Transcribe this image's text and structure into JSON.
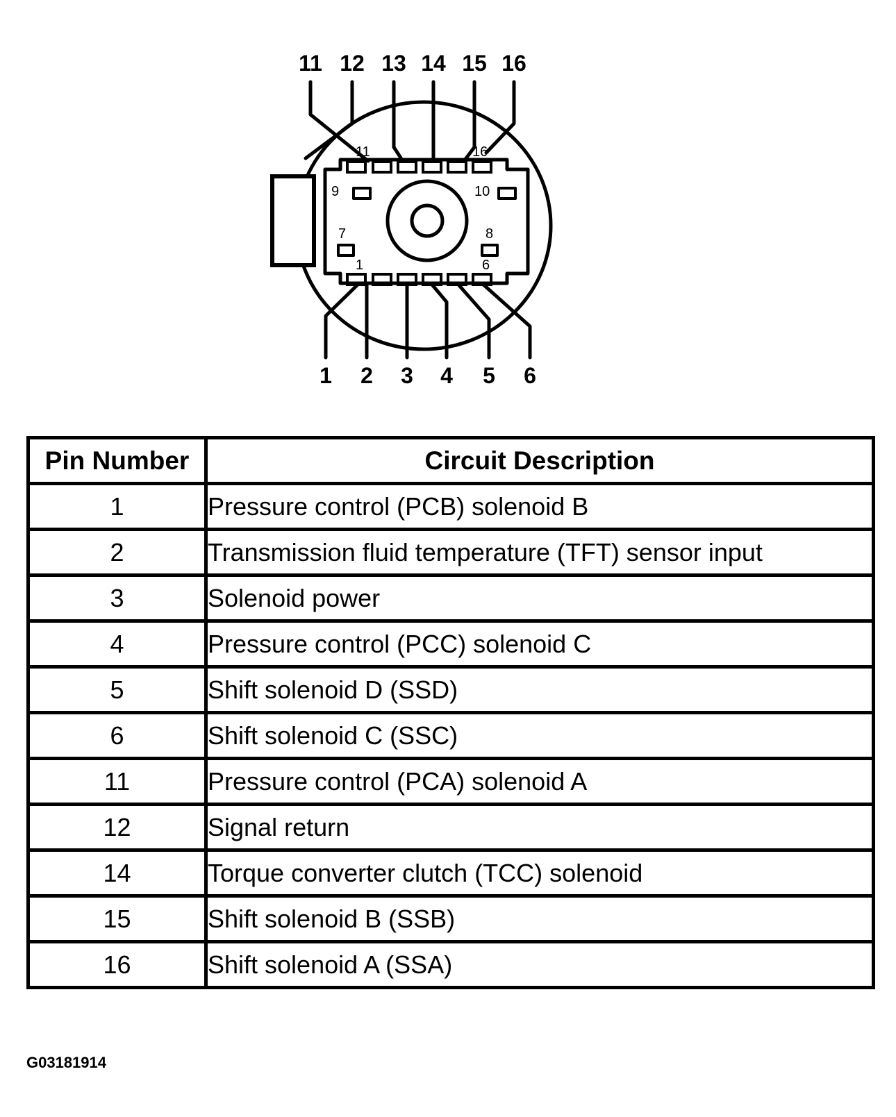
{
  "connector": {
    "top_pin_labels": [
      "11",
      "12",
      "13",
      "14",
      "15",
      "16"
    ],
    "bottom_pin_labels": [
      "1",
      "2",
      "3",
      "4",
      "5",
      "6"
    ],
    "cavity_labels": {
      "top_left": "11",
      "top_right": "16",
      "left_mid": "9",
      "right_mid": "10",
      "left_low": "7",
      "right_low": "8",
      "bottom_left": "1",
      "bottom_right": "6"
    }
  },
  "table": {
    "headers": [
      "Pin Number",
      "Circuit Description"
    ],
    "rows": [
      {
        "pin": "1",
        "desc": "Pressure control (PCB) solenoid B"
      },
      {
        "pin": "2",
        "desc": "Transmission fluid temperature (TFT) sensor input"
      },
      {
        "pin": "3",
        "desc": "Solenoid power"
      },
      {
        "pin": "4",
        "desc": "Pressure control (PCC) solenoid C"
      },
      {
        "pin": "5",
        "desc": "Shift solenoid D (SSD)"
      },
      {
        "pin": "6",
        "desc": "Shift solenoid C (SSC)"
      },
      {
        "pin": "11",
        "desc": "Pressure control (PCA) solenoid A"
      },
      {
        "pin": "12",
        "desc": "Signal return"
      },
      {
        "pin": "14",
        "desc": "Torque converter clutch (TCC) solenoid"
      },
      {
        "pin": "15",
        "desc": "Shift solenoid B (SSB)"
      },
      {
        "pin": "16",
        "desc": "Shift solenoid A (SSA)"
      }
    ]
  },
  "figure_id": "G03181914"
}
